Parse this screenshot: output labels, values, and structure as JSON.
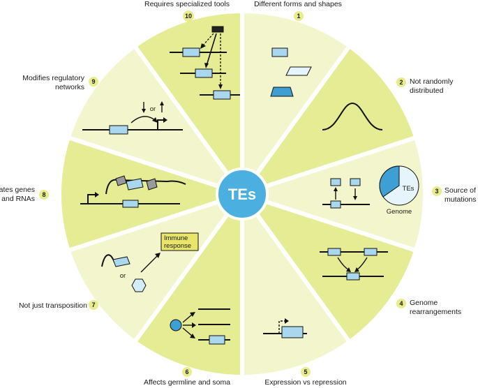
{
  "center": {
    "label": "TEs"
  },
  "colors": {
    "sector_dark": "#e5ec93",
    "sector_light": "#f3f6cc",
    "center": "#4bb0e0",
    "te_fill": "#a9d8ee",
    "te_dark": "#3d9fd4",
    "box_fill": "#e8e56a"
  },
  "sectors": [
    {
      "number": "1",
      "label_lines": [
        "Different forms and shapes"
      ]
    },
    {
      "number": "2",
      "label_lines": [
        "Not randomly",
        "distributed"
      ]
    },
    {
      "number": "3",
      "label_lines": [
        "Source of",
        "mutations"
      ]
    },
    {
      "number": "4",
      "label_lines": [
        "Genome",
        "rearrangements"
      ]
    },
    {
      "number": "5",
      "label_lines": [
        "Expression vs repression"
      ]
    },
    {
      "number": "6",
      "label_lines": [
        "Affects germline and soma"
      ]
    },
    {
      "number": "7",
      "label_lines": [
        "Not just transposition"
      ]
    },
    {
      "number": "8",
      "label_lines": [
        "Creates genes",
        "and RNAs"
      ]
    },
    {
      "number": "9",
      "label_lines": [
        "Modifies regulatory",
        "networks"
      ]
    },
    {
      "number": "10",
      "label_lines": [
        "Requires specialized tools"
      ]
    }
  ],
  "pie": {
    "inner_label": "TEs",
    "outer_label": "Genome"
  },
  "immune_box": {
    "lines": [
      "Immune",
      "response"
    ]
  },
  "or_text": "or"
}
